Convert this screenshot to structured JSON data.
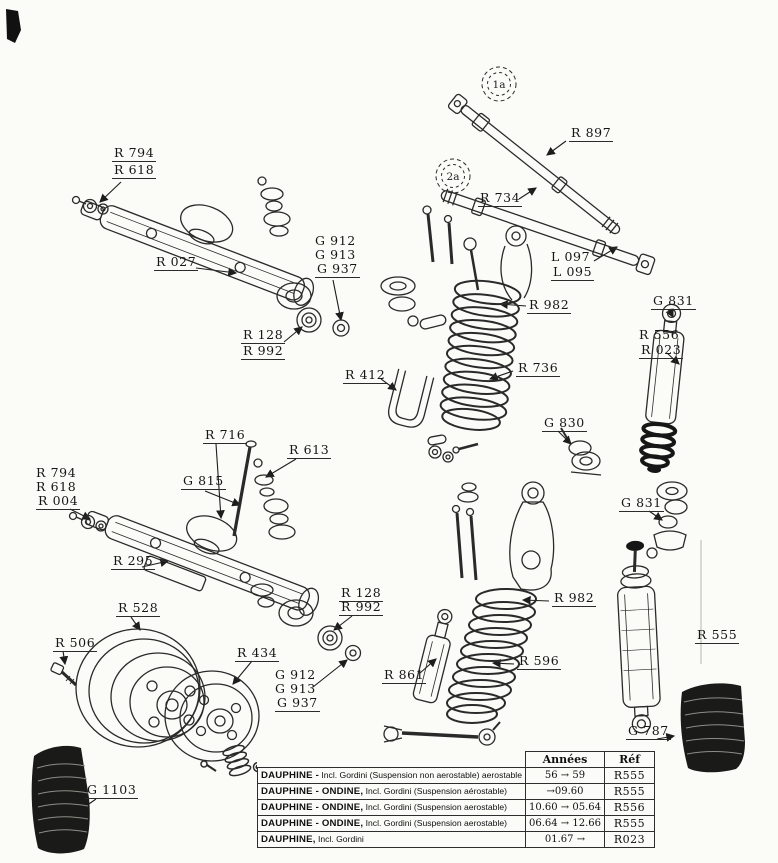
{
  "page": {
    "paper": "#fbfbf7",
    "ink": "#1d1d1d"
  },
  "callouts": {
    "c1": "1a",
    "c2": "2a"
  },
  "labels": {
    "r794_top": "R 794",
    "r618_top": "R 618",
    "r027": "R 027",
    "g912_top": "G 912",
    "g913_top": "G 913",
    "g937_top": "G 937",
    "r128_top": "R 128",
    "r992_top": "R 992",
    "r897": "R 897",
    "r734": "R 734",
    "l097": "L 097",
    "l095": "L 095",
    "r982_top": "R 982",
    "g831_top": "G 831",
    "r556": "R 556",
    "r023": "R 023",
    "r736": "R 736",
    "r412": "R 412",
    "g830": "G 830",
    "r716": "R 716",
    "r613": "R 613",
    "g815": "G 815",
    "r794_left": "R 794",
    "r618_left": "R 618",
    "r004": "R 004",
    "r295": "R 295",
    "g831_mid": "G 831",
    "r528": "R 528",
    "r506": "R 506",
    "r434": "R 434",
    "r128_low": "R 128",
    "r992_low": "R 992",
    "g912_low": "G 912",
    "g913_low": "G 913",
    "g937_low": "G 937",
    "r982_low": "R 982",
    "r861": "R 861",
    "r596": "R 596",
    "r555": "R 555",
    "g787": "G 787",
    "g1103": "G 1103"
  },
  "table": {
    "header": {
      "years": "Années",
      "ref": "Réf"
    },
    "rows": [
      {
        "bold": "DAUPHINE -",
        "rest": " Incl. Gordini (Suspension non aerostable) aerostable",
        "years": "56 →  59",
        "ref": "R555"
      },
      {
        "bold": "DAUPHINE - ONDINE,",
        "rest": " Incl. Gordini (Suspension aérostable)",
        "years": "→09.60",
        "ref": "R555"
      },
      {
        "bold": "DAUPHINE - ONDINE,",
        "rest": " Incl. Gordini (Suspension aerostable)",
        "years": "10.60 → 05.64",
        "ref": "R556"
      },
      {
        "bold": "DAUPHINE - ONDINE,",
        "rest": " Incl. Gordini (Suspension aerostable)",
        "years": "06.64 → 12.66",
        "ref": "R555"
      },
      {
        "bold": "DAUPHINE,",
        "rest": " Incl. Gordini",
        "years": "01.67 →",
        "ref": "R023"
      }
    ]
  }
}
